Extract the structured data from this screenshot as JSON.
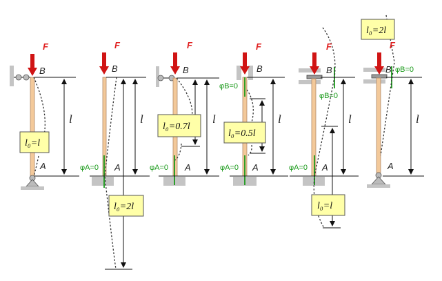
{
  "diagram": {
    "title": "Effective length of compressed columns for different end conditions",
    "colors": {
      "column": "#f3c99a",
      "force_arrow": "#d01414",
      "force_label": "#e02020",
      "rotation_label": "#1a9a1a",
      "length_box": "#ffffa8",
      "support": "#c4c4c4"
    },
    "panels": [
      {
        "id": "pinned-pinned",
        "force": "F",
        "top": "B",
        "bottom": "A",
        "length": "l",
        "effective_length": "l₀=l",
        "rotation_labels": []
      },
      {
        "id": "fixed-free",
        "force": "F",
        "top": "B",
        "bottom": "A",
        "length": "l",
        "effective_length": "l₀=2l",
        "rotation_labels": [
          "φA=0"
        ]
      },
      {
        "id": "fixed-pinned",
        "force": "F",
        "top": "B",
        "bottom": "A",
        "length": "l",
        "effective_length": "l₀=0.7l",
        "rotation_labels": [
          "φA=0"
        ]
      },
      {
        "id": "fixed-fixed",
        "force": "F",
        "top": "B",
        "bottom": "A",
        "length": "l",
        "effective_length": "l₀=0.5l",
        "rotation_labels": [
          "φB=0",
          "φA=0"
        ]
      },
      {
        "id": "fixed-guided",
        "force": "F",
        "top": "B",
        "bottom": "A",
        "length": "l",
        "effective_length": "l₀=l",
        "rotation_labels": [
          "φB=0",
          "φA=0"
        ]
      },
      {
        "id": "pinned-guided",
        "force": "F",
        "top": "B",
        "bottom": "A",
        "length": "l",
        "effective_length": "l₀=2l",
        "rotation_labels": [
          "φB=0"
        ]
      }
    ]
  }
}
